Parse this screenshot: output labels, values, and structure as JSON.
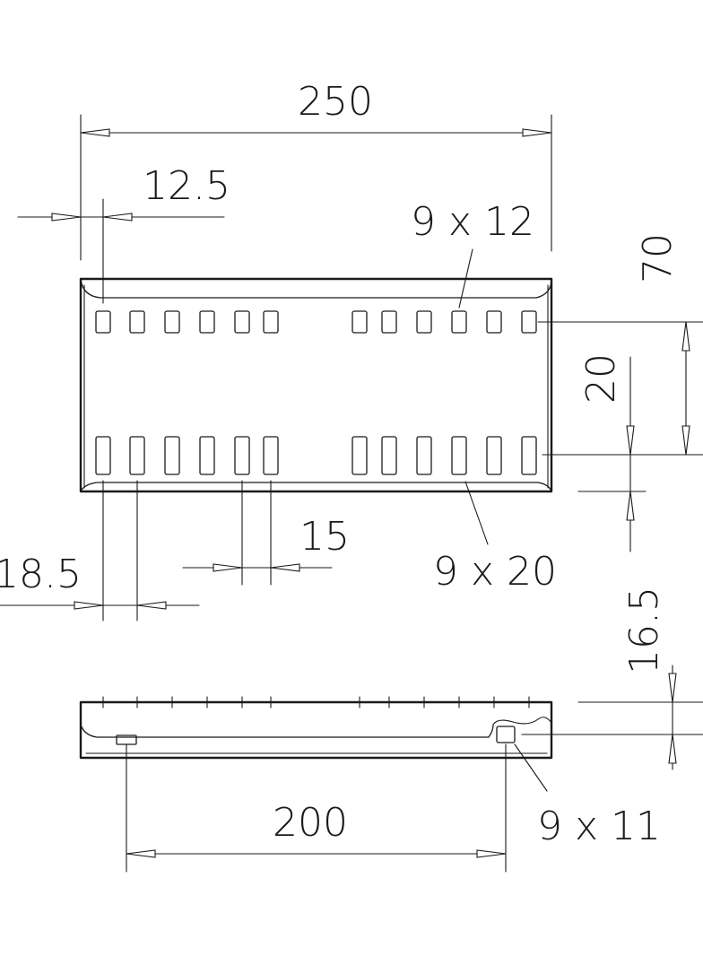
{
  "dimensions": {
    "overall_width": "250",
    "end_offset": "12.5",
    "top_hole_size": "9 x 12",
    "bottom_hole_size": "9 x 20",
    "total_height": "70",
    "hole_row_spacing": "20",
    "bottom_hole_offset": "18.5",
    "hole_pitch": "15",
    "side_height": "16.5",
    "side_hole_spacing": "200",
    "side_hole_size": "9 x 11"
  }
}
